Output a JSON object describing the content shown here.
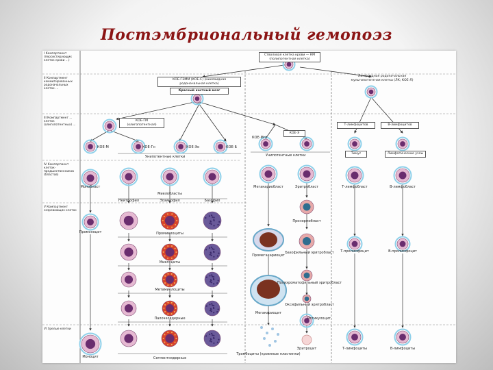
{
  "slide": {
    "title": "Постэмбриональный гемопоэз"
  },
  "stages": [
    {
      "text": "I Компартмент (персистирующих клеток крови ...)"
    },
    {
      "text": "II Компартмент коммитированных родоначальных клеток ..."
    },
    {
      "text": "III Компартмент ... клеток (олигопотентных) ..."
    },
    {
      "text": "IV Компартмент клеток-предшественников (бластов)"
    },
    {
      "text": "V Компартмент созревающих клеток"
    },
    {
      "text": "VI Зрелые клетки"
    }
  ],
  "boxes": {
    "stem": "Стволовая клетка крови — КМ (полипотентная клетка)",
    "koe_gemm": "КОЕ-ГЭММ (КОЕ-С) (миелоидная родоначальная клетка)",
    "red_marrow": "Красный костный мозг",
    "koe_gm": "КОЕ-ГМ (олигопотентная)",
    "koe_e": "КОЕ-Э",
    "lymph_precursor": "Лимфоидная родоначальная мультипотентная клетка (ЛК; КОЕ-Л)",
    "t_precursor": "Т-лимфоцитов",
    "b_precursor": "В-лимфоцитов",
    "thymus": "Тимус",
    "lymph_nodes": "Лимфатические узлы"
  },
  "labels": {
    "unipotent": "Унипотентные клетки",
    "unipotent2": "Унипотентные клетки",
    "koe_m": "КОЕ-М",
    "koe_gn": "КОЕ-Гн",
    "koe_eo": "КОЕ-Эо",
    "koe_b": "КОЕ-Б",
    "koe_mgk": "КОЕ-Мгк",
    "monoblast": "Монобласт",
    "myeloblasts": "Миелобласты",
    "neutrophil": "Нейтрофил",
    "eosinophil": "Эозинофил",
    "basophil": "Базофил",
    "megakaryoblast": "Мегакариобласт",
    "erythroblast": "Эритробласт",
    "t_lymphoblast": "Т-лимфобласт",
    "b_lymphoblast": "В-лимфобласт",
    "promonocyte": "Промоноцит",
    "promyelocytes": "Промиелоциты",
    "promegakaryocyte": "Промегакариоцит",
    "proerythroblast": "Пронормобласт",
    "basophilic_erythroblast": "Базофильный эритробласт",
    "t_prolymphocyte": "Т-пролимфоцит",
    "b_prolymphocyte": "В-пролимфоцит",
    "myelocytes": "Миелоциты",
    "megakaryocyte": "Мегакариоцит",
    "polychromatophilic": "Полихроматофильный эритробласт",
    "metamyelocytes": "Метамиелоциты",
    "oxyphilic": "Оксифильный эритробласт",
    "band": "Палочкоядерные",
    "reticulocyte": "Ретикулоцит",
    "monocyte": "Моноцит",
    "platelets": "Тромбоциты (кровяные пластинки)",
    "erythrocyte": "Эритроцит",
    "t_lymphocyte": "Т-лимфоциты",
    "b_lymphocyte": "В-лимфоциты",
    "segmented": "Сегментоядерные"
  },
  "colors": {
    "title": "#8b1414",
    "nucleus": "#6a2d6e",
    "cytoplasm": "#e6b9d2",
    "eos_granule": "#d9442a",
    "baso_granule": "#3b2a6a",
    "halo": "#8ed0ea",
    "arrow": "#333333"
  }
}
